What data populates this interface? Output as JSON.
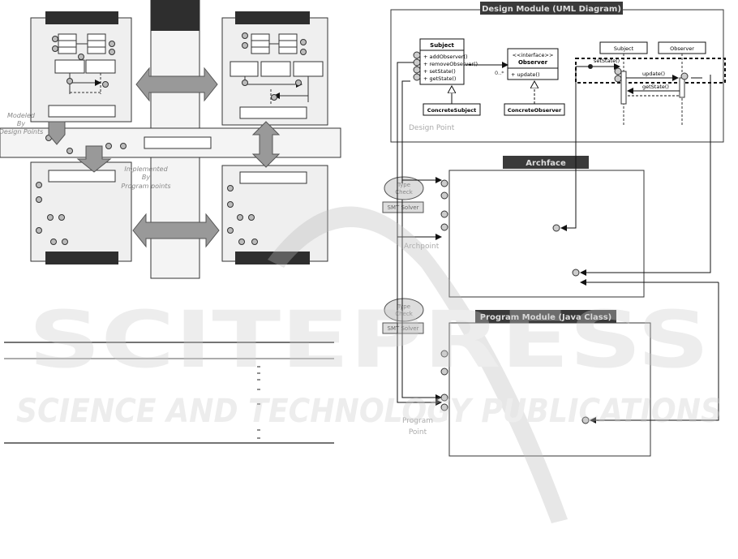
{
  "left_figure": {
    "modeled_by": [
      "Modeled",
      "By",
      "Design Points"
    ],
    "implemented_by": [
      "Implemented",
      "By",
      "Program points"
    ]
  },
  "right_figure": {
    "design_module_title": "Design Module (UML Diagram)",
    "subject_class": {
      "name": "Subject",
      "methods": [
        "+ addObserver()",
        "+ removeObserver()",
        "+ setState()",
        "+ getState()"
      ]
    },
    "observer_interface": {
      "stereotype": "<<interface>>",
      "name": "Observer",
      "methods": [
        "+ update()"
      ]
    },
    "multiplicity": "0..*",
    "concrete_subject": "ConcreteSubject",
    "concrete_observer": "ConcreteObserver",
    "sequence": {
      "subject": "Subject",
      "observer": "Observer",
      "setState": "setState()",
      "update": "update()",
      "getState": "getState()"
    },
    "design_point": "Design Point",
    "archface_title": "Archface",
    "type_check": [
      "Type",
      "Check"
    ],
    "smt_solver": "SMT Solver",
    "archpoint": "Archpoint",
    "program_module_title": "Program Module (Java Class)",
    "program_point": [
      "Program",
      "Point"
    ]
  },
  "watermark": {
    "line1": "SCITEPRESS",
    "line2": "SCIENCE AND TECHNOLOGY PUBLICATIONS"
  }
}
